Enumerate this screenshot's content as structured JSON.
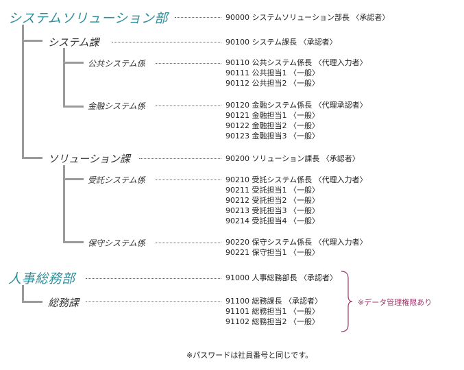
{
  "depts": [
    {
      "name": "システムソリューション部"
    },
    {
      "name": "人事総務部"
    }
  ],
  "sections": [
    {
      "name": "システム課"
    },
    {
      "name": "ソリューション課"
    },
    {
      "name": "総務課"
    }
  ],
  "groups": [
    {
      "name": "公共システム係"
    },
    {
      "name": "金融システム係"
    },
    {
      "name": "受託システム係"
    },
    {
      "name": "保守システム係"
    }
  ],
  "accounts": {
    "dept1": [
      "90000 システムソリューション部長 〈承認者〉"
    ],
    "sec1": [
      "90100 システム課長 〈承認者〉"
    ],
    "grp1": [
      "90110 公共システム係長 〈代理入力者〉",
      "90111 公共担当1 〈一般〉",
      "90112 公共担当2 〈一般〉"
    ],
    "grp2": [
      "90120 金融システム係長 〈代理承認者〉",
      "90121 金融担当1 〈一般〉",
      "90122 金融担当2 〈一般〉",
      "90123 金融担当3 〈一般〉"
    ],
    "sec2": [
      "90200 ソリューション課長 〈承認者〉"
    ],
    "grp3": [
      "90210 受託システム係長 〈代理入力者〉",
      "90211 受託担当1 〈一般〉",
      "90212 受託担当2 〈一般〉",
      "90213 受託担当3 〈一般〉",
      "90214 受託担当4 〈一般〉"
    ],
    "grp4": [
      "90220 保守システム係長 〈代理入力者〉",
      "90221 保守担当1 〈一般〉"
    ],
    "dept2": [
      "91000 人事総務部長 〈承認者〉"
    ],
    "sec3": [
      "91100 総務課長 〈承認者〉",
      "91101 総務担当1 〈一般〉",
      "91102 総務担当2 〈一般〉"
    ]
  },
  "note": "※データ管理権限あり",
  "footnote": "※パスワードは社員番号と同じです。",
  "colors": {
    "dept": "#2f8f9a",
    "note": "#9b3a6a",
    "connector": "#9a9a9a"
  }
}
